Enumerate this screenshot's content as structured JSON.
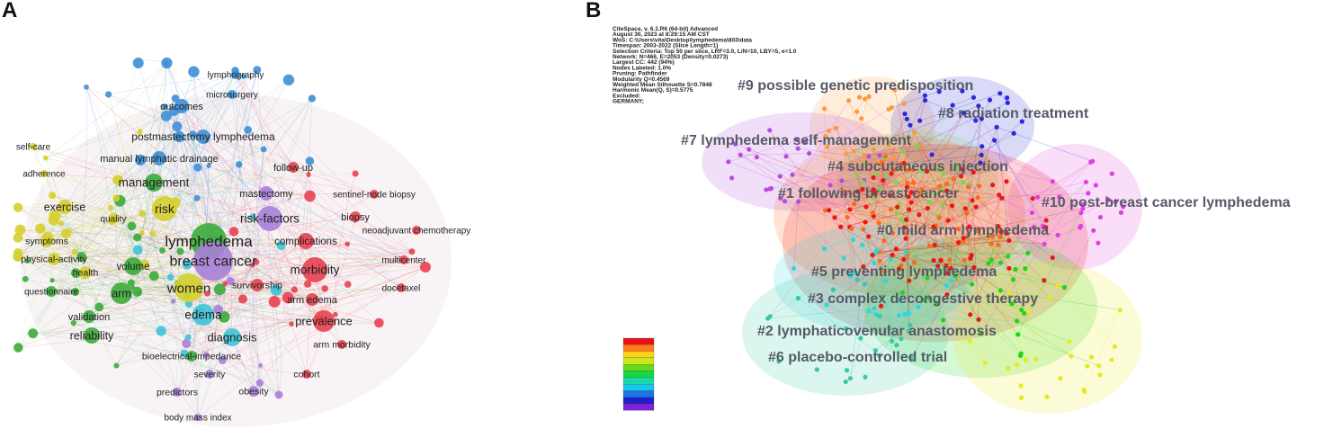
{
  "panel_a": {
    "letter": "A",
    "keywords": [
      {
        "label": "lymphography",
        "cluster": "blue"
      },
      {
        "label": "microsurgery",
        "cluster": "blue"
      },
      {
        "label": "outcomes",
        "cluster": "blue"
      },
      {
        "label": "postmastectomy lymphedema",
        "cluster": "blue"
      },
      {
        "label": "manual lymphatic drainage",
        "cluster": "blue"
      },
      {
        "label": "self-care",
        "cluster": "yellow"
      },
      {
        "label": "adherence",
        "cluster": "yellow"
      },
      {
        "label": "management",
        "cluster": "green"
      },
      {
        "label": "follow-up",
        "cluster": "red"
      },
      {
        "label": "mastectomy",
        "cluster": "purple"
      },
      {
        "label": "sentinel-node biopsy",
        "cluster": "red"
      },
      {
        "label": "exercise",
        "cluster": "yellow"
      },
      {
        "label": "quality",
        "cluster": "yellow"
      },
      {
        "label": "risk",
        "cluster": "yellow"
      },
      {
        "label": "risk-factors",
        "cluster": "purple"
      },
      {
        "label": "biopsy",
        "cluster": "red"
      },
      {
        "label": "neoadjuvant chemotherapy",
        "cluster": "red"
      },
      {
        "label": "lymphedema",
        "cluster": "green"
      },
      {
        "label": "symptoms",
        "cluster": "yellow"
      },
      {
        "label": "complications",
        "cluster": "red"
      },
      {
        "label": "breast cancer",
        "cluster": "purple"
      },
      {
        "label": "physical-activity",
        "cluster": "yellow"
      },
      {
        "label": "volume",
        "cluster": "green"
      },
      {
        "label": "morbidity",
        "cluster": "red"
      },
      {
        "label": "multicenter",
        "cluster": "red"
      },
      {
        "label": "health",
        "cluster": "yellow"
      },
      {
        "label": "questionnaire",
        "cluster": "green"
      },
      {
        "label": "arm",
        "cluster": "green"
      },
      {
        "label": "women",
        "cluster": "yellow"
      },
      {
        "label": "survivorship",
        "cluster": "red"
      },
      {
        "label": "arm edema",
        "cluster": "red"
      },
      {
        "label": "docetaxel",
        "cluster": "red"
      },
      {
        "label": "validation",
        "cluster": "green"
      },
      {
        "label": "edema",
        "cluster": "cyan"
      },
      {
        "label": "prevalence",
        "cluster": "red"
      },
      {
        "label": "reliability",
        "cluster": "green"
      },
      {
        "label": "diagnosis",
        "cluster": "cyan"
      },
      {
        "label": "arm morbidity",
        "cluster": "red"
      },
      {
        "label": "bioelectrical-impedance",
        "cluster": "green"
      },
      {
        "label": "cohort",
        "cluster": "red"
      },
      {
        "label": "severity",
        "cluster": "purple"
      },
      {
        "label": "predictors",
        "cluster": "purple"
      },
      {
        "label": "obesity",
        "cluster": "purple"
      },
      {
        "label": "body mass index",
        "cluster": "purple"
      }
    ],
    "cluster_colors": {
      "red": "#e8414f",
      "green": "#3bab3b",
      "blue": "#3d8fd8",
      "yellow": "#d4cf2e",
      "purple": "#a97fd8",
      "cyan": "#3cc4d8"
    }
  },
  "panel_b": {
    "letter": "B",
    "metadata": [
      "CiteSpace, v. 6.1.R6 (64-bit) Advanced",
      "August 30, 2023 at 8:29:15 AM CST",
      "WoS: C:\\Users\\vita\\Desktop\\lymphedema\\803\\data",
      "Timespan: 2003-2022 (Slice Length=1)",
      "Selection Criteria: Top 50 per slice, LRF=3.0, L/N=10, LBY=5, e=1.0",
      "Network: N=466, E=2053 (Density=0.0273)",
      "Largest CC: 442 (94%)",
      "Nodes Labeled: 1.0%",
      "Pruning: Pathfinder",
      "Modularity Q=0.4569",
      "Weighted Mean Silhouette S=0.7848",
      "Harmonic Mean(Q, S)=0.5775",
      "Excluded:",
      "GERMANY;"
    ],
    "clusters": [
      {
        "label": "#9 possible genetic predisposition",
        "color": "#ff9a3c"
      },
      {
        "label": "#8 radiation treatment",
        "color": "#2a2ad8"
      },
      {
        "label": "#7 lymphedema self-management",
        "color": "#b34ee0"
      },
      {
        "label": "#4 subcutaneous injection",
        "color": "#7ad84a"
      },
      {
        "label": "#1 following breast cancer",
        "color": "#ff6a1a"
      },
      {
        "label": "#10 post-breast cancer lymphedema",
        "color": "#e040e0"
      },
      {
        "label": "#0 mild arm lymphedema",
        "color": "#e81818"
      },
      {
        "label": "#5 preventing lymphedema",
        "color": "#2ad8e0"
      },
      {
        "label": "#3 complex decongestive therapy",
        "color": "#18d818"
      },
      {
        "label": "#2 lymphaticovenular anastomosis",
        "color": "#e8e820"
      },
      {
        "label": "#6 placebo-controlled trial",
        "color": "#38c8a8"
      }
    ],
    "legend_colors": [
      "#e8101a",
      "#ff7a1a",
      "#ffd21a",
      "#c8e81a",
      "#6ad81a",
      "#18d848",
      "#18d8a8",
      "#18c8e8",
      "#1878e8",
      "#2020c8",
      "#8020d8"
    ]
  }
}
